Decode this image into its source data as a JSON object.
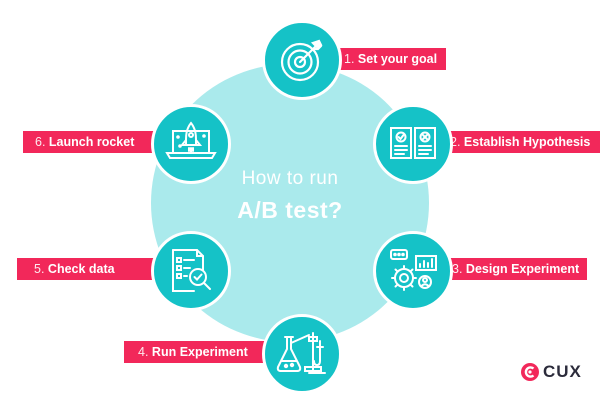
{
  "title": "How to run",
  "subtitle": "A/B test?",
  "steps": [
    {
      "number": "1.",
      "label": "Set your goal",
      "icon": "target-icon"
    },
    {
      "number": "2.",
      "label": "Establish Hypothesis",
      "icon": "documents-icon"
    },
    {
      "number": "3.",
      "label": "Design Experiment",
      "icon": "gears-icon"
    },
    {
      "number": "4.",
      "label": "Run Experiment",
      "icon": "flask-icon"
    },
    {
      "number": "5.",
      "label": "Check data",
      "icon": "magnifier-icon"
    },
    {
      "number": "6.",
      "label": "Launch rocket",
      "icon": "rocket-icon"
    }
  ],
  "logo": {
    "text": "CUX"
  },
  "colors": {
    "accent": "#f2285a",
    "teal": "#15c2c7",
    "light_teal": "#aaeaec"
  }
}
